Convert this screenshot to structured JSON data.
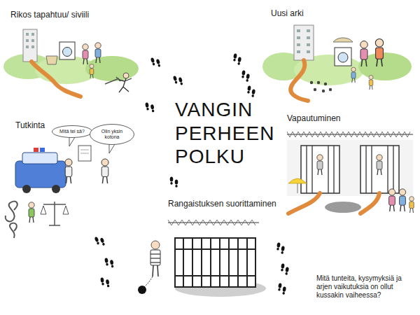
{
  "diagram": {
    "title": "VANGIN PERHEEN POLKU",
    "nodes": [
      {
        "text": [
          "Mitä tei sä?"
        ]
      },
      {
        "text": [
          "Olin yksin kotona"
        ]
      }
    ],
    "labels": [
      "Rikos tapahtuu/ siviili",
      "Uusi arki",
      "Tutkinta",
      "Vapautuminen",
      "Rangaistuksen suorittaminen",
      "Mitä tunteita, kysymyksiä ja arjen vaikutuksia on ollut kussakin vaiheessa?"
    ]
  }
}
